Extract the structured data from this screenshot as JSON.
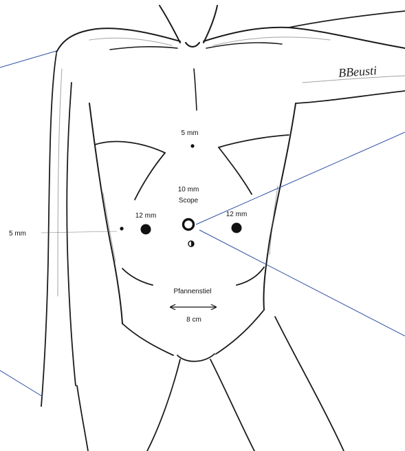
{
  "labels": {
    "top_port": "5 mm",
    "scope_size": "10 mm",
    "scope_name": "Scope",
    "left_port": "12 mm",
    "right_port": "12 mm",
    "lateral_port": "5 mm",
    "incision_name": "Pfannenstiel",
    "incision_length": "8 cm",
    "signature": "BBeusti"
  },
  "colors": {
    "pointer_lines": "#2a4fa8",
    "sketch": "#1a1a1a"
  }
}
